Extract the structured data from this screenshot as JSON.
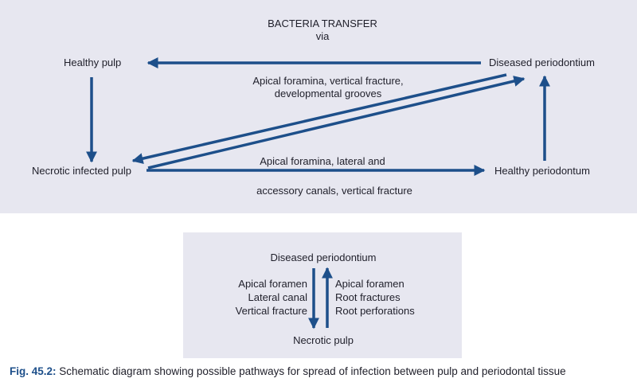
{
  "top": {
    "title_line1": "BACTERIA TRANSFER",
    "title_line2": "via",
    "healthy_pulp": "Healthy pulp",
    "diseased_periodontium": "Diseased periodontium",
    "necrotic_infected_pulp": "Necrotic infected pulp",
    "healthy_periodontum": "Healthy periodontum",
    "upper_path_line1": "Apical foramina, vertical fracture,",
    "upper_path_line2": "developmental grooves",
    "lower_path_line1": "Apical foramina, lateral and",
    "lower_path_line2": "accessory canals, vertical fracture"
  },
  "bottom": {
    "diseased_periodontium": "Diseased periodontium",
    "necrotic_pulp": "Necrotic pulp",
    "left_paths": [
      "Apical foramen",
      "Lateral canal",
      "Vertical fracture"
    ],
    "right_paths": [
      "Apical foramen",
      "Root fractures",
      "Root perforations"
    ]
  },
  "caption": {
    "figure_label": "Fig. 45.2:",
    "text": " Schematic diagram showing possible pathways for spread of infection between pulp and periodontal tissue"
  },
  "colors": {
    "arrow": "#1d4f8a",
    "panel": "#e7e7f0"
  }
}
